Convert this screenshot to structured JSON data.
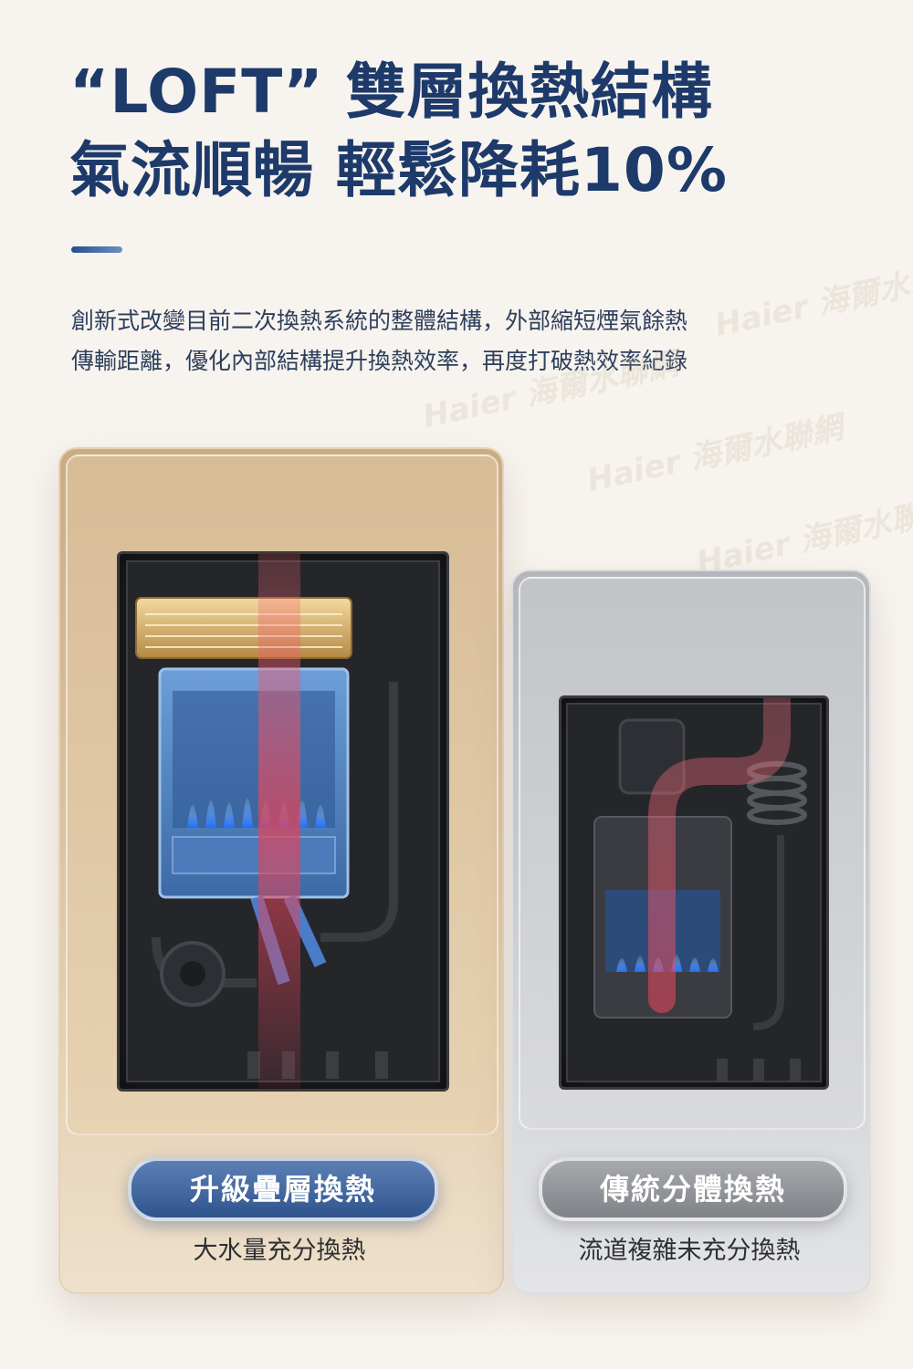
{
  "header": {
    "title_line1": "“LOFT” 雙層換熱結構",
    "title_line2": "氣流順暢 輕鬆降耗10%"
  },
  "intro": {
    "line1": "創新式改變目前二次換熱系統的整體結構，外部縮短煙氣餘熱",
    "line2": "傳輸距離，優化內部結構提升換熱效率，再度打破熱效率紀錄"
  },
  "watermark": {
    "brand": "Haier",
    "text": "海爾水聯網"
  },
  "comparison": {
    "upgraded": {
      "label": "升級疊層換熱",
      "caption": "大水量充分換熱"
    },
    "traditional": {
      "label": "傳統分體換熱",
      "caption": "流道複雜未充分換熱"
    }
  },
  "colors": {
    "title": "#1d3a6a",
    "accent": "#274f8a",
    "upgraded_panel": "#d7bc95",
    "traditional_panel": "#c2c4c8",
    "flame_blue": "#2f7cff",
    "heat_red": "#e0445a"
  }
}
